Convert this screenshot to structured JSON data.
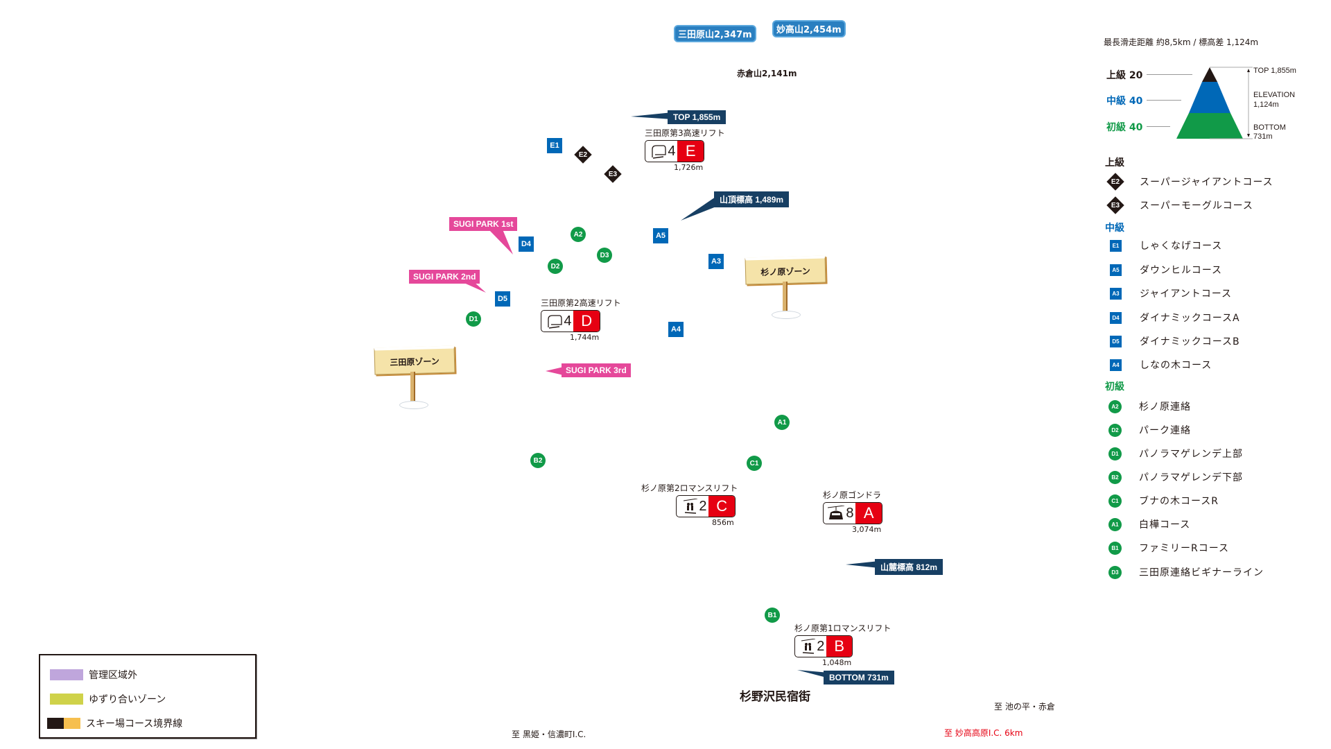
{
  "peaks": {
    "mitahara": "三田原山2,347m",
    "myoko": "妙高山2,454m",
    "akakura": "赤倉山2,141m"
  },
  "callouts": {
    "top": "TOP 1,855m",
    "summit": "山頂標高 1,489m",
    "base": "山麓標高 812m",
    "bottom": "BOTTOM 731m"
  },
  "parks": {
    "first": "SUGI PARK 1st",
    "second": "SUGI PARK 2nd",
    "third": "SUGI PARK 3rd"
  },
  "zones": {
    "suginohara": "杉ノ原ゾーン",
    "mitahara": "三田原ゾーン"
  },
  "lifts": [
    {
      "name": "三田原第3高速リフト",
      "capacity": "4",
      "letter": "E",
      "length": "1,726m",
      "type": "quad"
    },
    {
      "name": "三田原第2高速リフト",
      "capacity": "4",
      "letter": "D",
      "length": "1,744m",
      "type": "quad"
    },
    {
      "name": "杉ノ原第2ロマンスリフト",
      "capacity": "2",
      "letter": "C",
      "length": "856m",
      "type": "pair"
    },
    {
      "name": "杉ノ原ゴンドラ",
      "capacity": "8",
      "letter": "A",
      "length": "3,074m",
      "type": "gondola"
    },
    {
      "name": "杉ノ原第1ロマンスリフト",
      "capacity": "2",
      "letter": "B",
      "length": "1,048m",
      "type": "pair"
    }
  ],
  "map_markers": {
    "E1": "E1",
    "E2": "E2",
    "E3": "E3",
    "A5": "A5",
    "A3": "A3",
    "A4": "A4",
    "D4": "D4",
    "D5": "D5",
    "A2": "A2",
    "D2": "D2",
    "D3": "D3",
    "D1": "D1",
    "B2": "B2",
    "C1": "C1",
    "A1": "A1",
    "B1": "B1"
  },
  "village": "杉野沢民宿街",
  "destinations": {
    "ikenotaira": "至 池の平・赤倉",
    "kurohime": "至 黒姫・信濃町I.C.",
    "myoko_kogen": "至 妙高高原I.C. 6km"
  },
  "summary": {
    "header": "最長滑走距離 約8,5km / 標高差 1,124m",
    "advanced": "上級 20",
    "intermediate": "中級 40",
    "beginner": "初級 40",
    "top": "TOP 1,855m",
    "elevation_label": "ELEVATION",
    "elevation_value": "1,124m",
    "bottom_label": "BOTTOM",
    "bottom_value": "731m"
  },
  "course_legend": {
    "advanced_head": "上級",
    "advanced": [
      {
        "code": "E2",
        "name": "スーパージャイアントコース"
      },
      {
        "code": "E3",
        "name": "スーパーモーグルコース"
      }
    ],
    "intermediate_head": "中級",
    "intermediate": [
      {
        "code": "E1",
        "name": "しゃくなげコース"
      },
      {
        "code": "A5",
        "name": "ダウンヒルコース"
      },
      {
        "code": "A3",
        "name": "ジャイアントコース"
      },
      {
        "code": "D4",
        "name": "ダイナミックコースA"
      },
      {
        "code": "D5",
        "name": "ダイナミックコースB"
      },
      {
        "code": "A4",
        "name": "しなの木コース"
      }
    ],
    "beginner_head": "初級",
    "beginner": [
      {
        "code": "A2",
        "name": "杉ノ原連絡"
      },
      {
        "code": "D2",
        "name": "パーク連絡"
      },
      {
        "code": "D1",
        "name": "パノラマゲレンデ上部"
      },
      {
        "code": "B2",
        "name": "パノラマゲレンデ下部"
      },
      {
        "code": "C1",
        "name": "ブナの木コースR"
      },
      {
        "code": "A1",
        "name": "白樺コース"
      },
      {
        "code": "B1",
        "name": "ファミリーRコース"
      },
      {
        "code": "D3",
        "name": "三田原連絡ビギナーライン"
      }
    ]
  },
  "area_legend": [
    {
      "label": "管理区域外"
    },
    {
      "label": "ゆずり合いゾーン"
    },
    {
      "label": "スキー場コース境界線"
    }
  ],
  "colors": {
    "advanced": "#231815",
    "intermediate": "#0068b7",
    "beginner": "#119a48",
    "lift_red": "#e60012",
    "callout_navy": "#173f63",
    "park_pink": "#e5489a",
    "out_of_bounds": "#bfa6dc",
    "yield_zone": "#cfd24a",
    "boundary_dark": "#231815",
    "boundary_orange": "#f6bf4f"
  }
}
